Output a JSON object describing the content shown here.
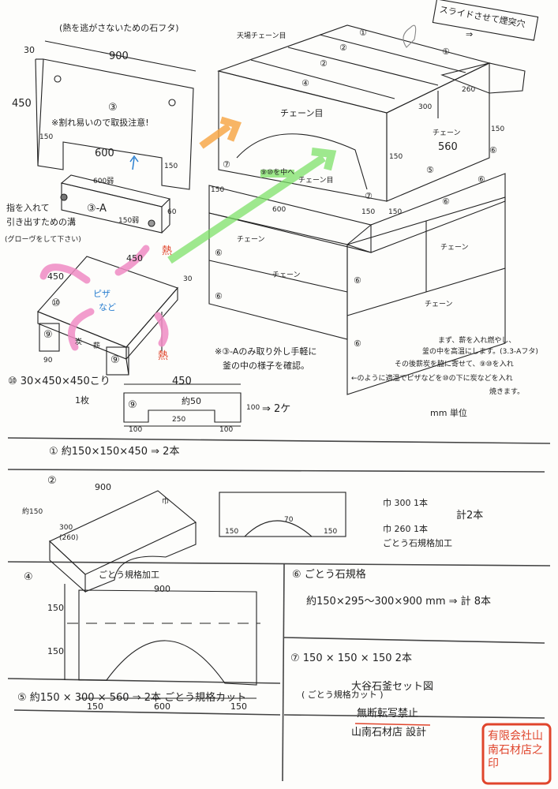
{
  "colors": {
    "ink": "#222222",
    "heat_arrow": "#f08cc4",
    "insert_arrow": "#7ee06a",
    "front_arrow": "#f7a84a",
    "note_red": "#e0452c",
    "seal_red": "#e0452c",
    "food_blue": "#2a7fd0"
  },
  "lid": {
    "title": "(熱を逃がさないための石フタ)",
    "dim_thick": "30",
    "dim_width": "900",
    "dim_height": "450",
    "part": "③",
    "warning": "※割れ易いので取扱注意!",
    "dim_left": "150",
    "dim_mid": "600",
    "dim_right": "150"
  },
  "lid_a": {
    "part": "③-A",
    "dim_len": "600弱",
    "dim_h": "150弱",
    "dim_t": "60"
  },
  "groove_note": [
    "指を入れて",
    "引き出すための溝",
    "(グローヴをして下さい)"
  ],
  "stand": {
    "dim_a": "450",
    "dim_b": "450",
    "dim_t": "30",
    "part10": "⑩",
    "food": [
      "ピザ",
      "など"
    ],
    "heat": "熱",
    "charcoal": "炭",
    "firewood": "薪",
    "part9": "⑨",
    "dim_leg": "90",
    "spec": "⑩ 30×450×450こり",
    "count": "1枚"
  },
  "leg9": {
    "dim_w": "450",
    "part": "⑨",
    "dim_notch": "約50",
    "dim_mid": "250",
    "dim_l": "100",
    "dim_r": "100",
    "dim_h": "100",
    "qty": "⇒ 2ケ"
  },
  "check_note": [
    "※③-Aのみ取り外し手軽に",
    "釜の中の様子を確認。"
  ],
  "oven": {
    "top_label": "天場チェーン目",
    "parts_top": [
      "①",
      "②",
      "②",
      "①",
      "④"
    ],
    "chain": "チェーン目",
    "chain_short": "チェーン",
    "insert_label": "⑨⑩を中へ",
    "part7": "⑦",
    "part5": "⑤",
    "part6": "⑥",
    "dims": {
      "d150a": "150",
      "d600": "600",
      "d150b": "150",
      "d150c": "150",
      "d300": "300",
      "d260": "260",
      "d150d": "150",
      "d560": "560",
      "d150e": "150"
    },
    "chimney_note": "スライドさせて煙突穴",
    "chimney_arrow": "⇒"
  },
  "usage_note": [
    "まず、薪を入れ燃やし、",
    "釜の中を高温にします。(3.3-Aフタ)",
    "その後薪炭を脇に寄せて、⑨⑩を入れ",
    "←のように適温でピザなどを⑩の下に炭などを入れ",
    "焼きます。"
  ],
  "unit": "mm 単位",
  "spec1": "① 約150×150×450 ⇒ 2本",
  "spec2": {
    "part": "②",
    "dim_len": "900",
    "dim_w": "巾",
    "dim_h": "約150",
    "dim_d": "300",
    "dim_d2": "(260)",
    "dim_arch": "70",
    "dim_l": "150",
    "dim_r": "150",
    "line1": "巾 300  1本",
    "line2": "巾 260  1本",
    "total": "計2本",
    "process": "ごとう石規格加工"
  },
  "spec4": {
    "part": "④",
    "process": "ごとう規格加工",
    "dim_w": "900",
    "dim_h1": "150",
    "dim_h2": "150",
    "dim_l": "150",
    "dim_m": "600",
    "dim_r": "150"
  },
  "spec5": "⑤ 約150 × 300 × 560 ⇒ 2本  ごとう規格カット",
  "spec6": {
    "title": "⑥ ごとう石規格",
    "size": "約150×295〜300×900 mm ⇒ 計 8本"
  },
  "spec7": {
    "size": "⑦ 150 × 150 × 150    2本",
    "note": "( ごとう規格カット )"
  },
  "footer": {
    "title": "大谷石釜セット図",
    "copyright": "無断転写禁止",
    "designer": "山南石材店 設計",
    "seal": "有限会社山南石材店之印"
  }
}
